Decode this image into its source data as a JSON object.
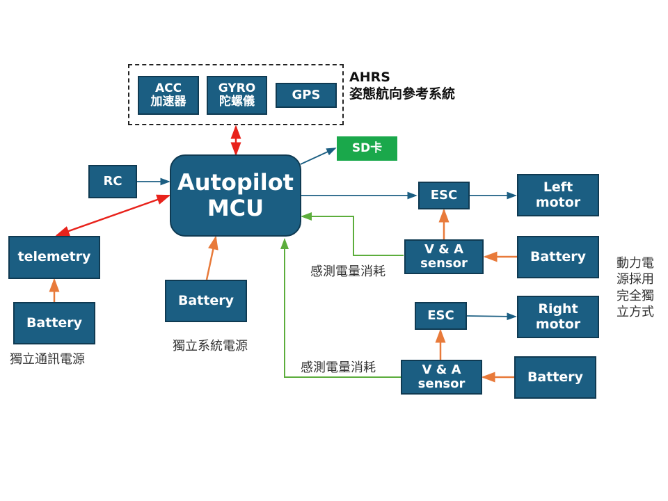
{
  "ahrs": {
    "group_label_line1": "AHRS",
    "group_label_line2": "姿態航向參考系統",
    "acc": {
      "line1": "ACC",
      "line2": "加速器"
    },
    "gyro": {
      "line1": "GYRO",
      "line2": "陀螺儀"
    },
    "gps": {
      "line1": "GPS"
    }
  },
  "sd": {
    "label": "SD卡"
  },
  "rc": {
    "label": "RC"
  },
  "mcu": {
    "line1": "Autopilot",
    "line2": "MCU"
  },
  "telemetry": {
    "label": "telemetry"
  },
  "telemetry_battery": {
    "label": "Battery",
    "caption": "獨立通訊電源"
  },
  "system_battery": {
    "label": "Battery",
    "caption": "獨立系統電源"
  },
  "left": {
    "esc": "ESC",
    "motor_line1": "Left",
    "motor_line2": "motor",
    "sensor_line1": "V & A",
    "sensor_line2": "sensor",
    "battery": "Battery",
    "sense_caption": "感測電量消耗"
  },
  "right": {
    "esc": "ESC",
    "motor_line1": "Right",
    "motor_line2": "motor",
    "sensor_line1": "V & A",
    "sensor_line2": "sensor",
    "battery": "Battery",
    "sense_caption": "感測電量消耗"
  },
  "power_note": [
    "動力電",
    "源採用",
    "完全獨",
    "立方式"
  ],
  "colors": {
    "box_fill": "#1b5e82",
    "sd_fill": "#1aa84b",
    "signal_arrow": "#1b5e82",
    "bidirectional_arrow": "#e8221b",
    "power_arrow": "#e87a3a",
    "sense_arrow": "#5cad3c"
  }
}
